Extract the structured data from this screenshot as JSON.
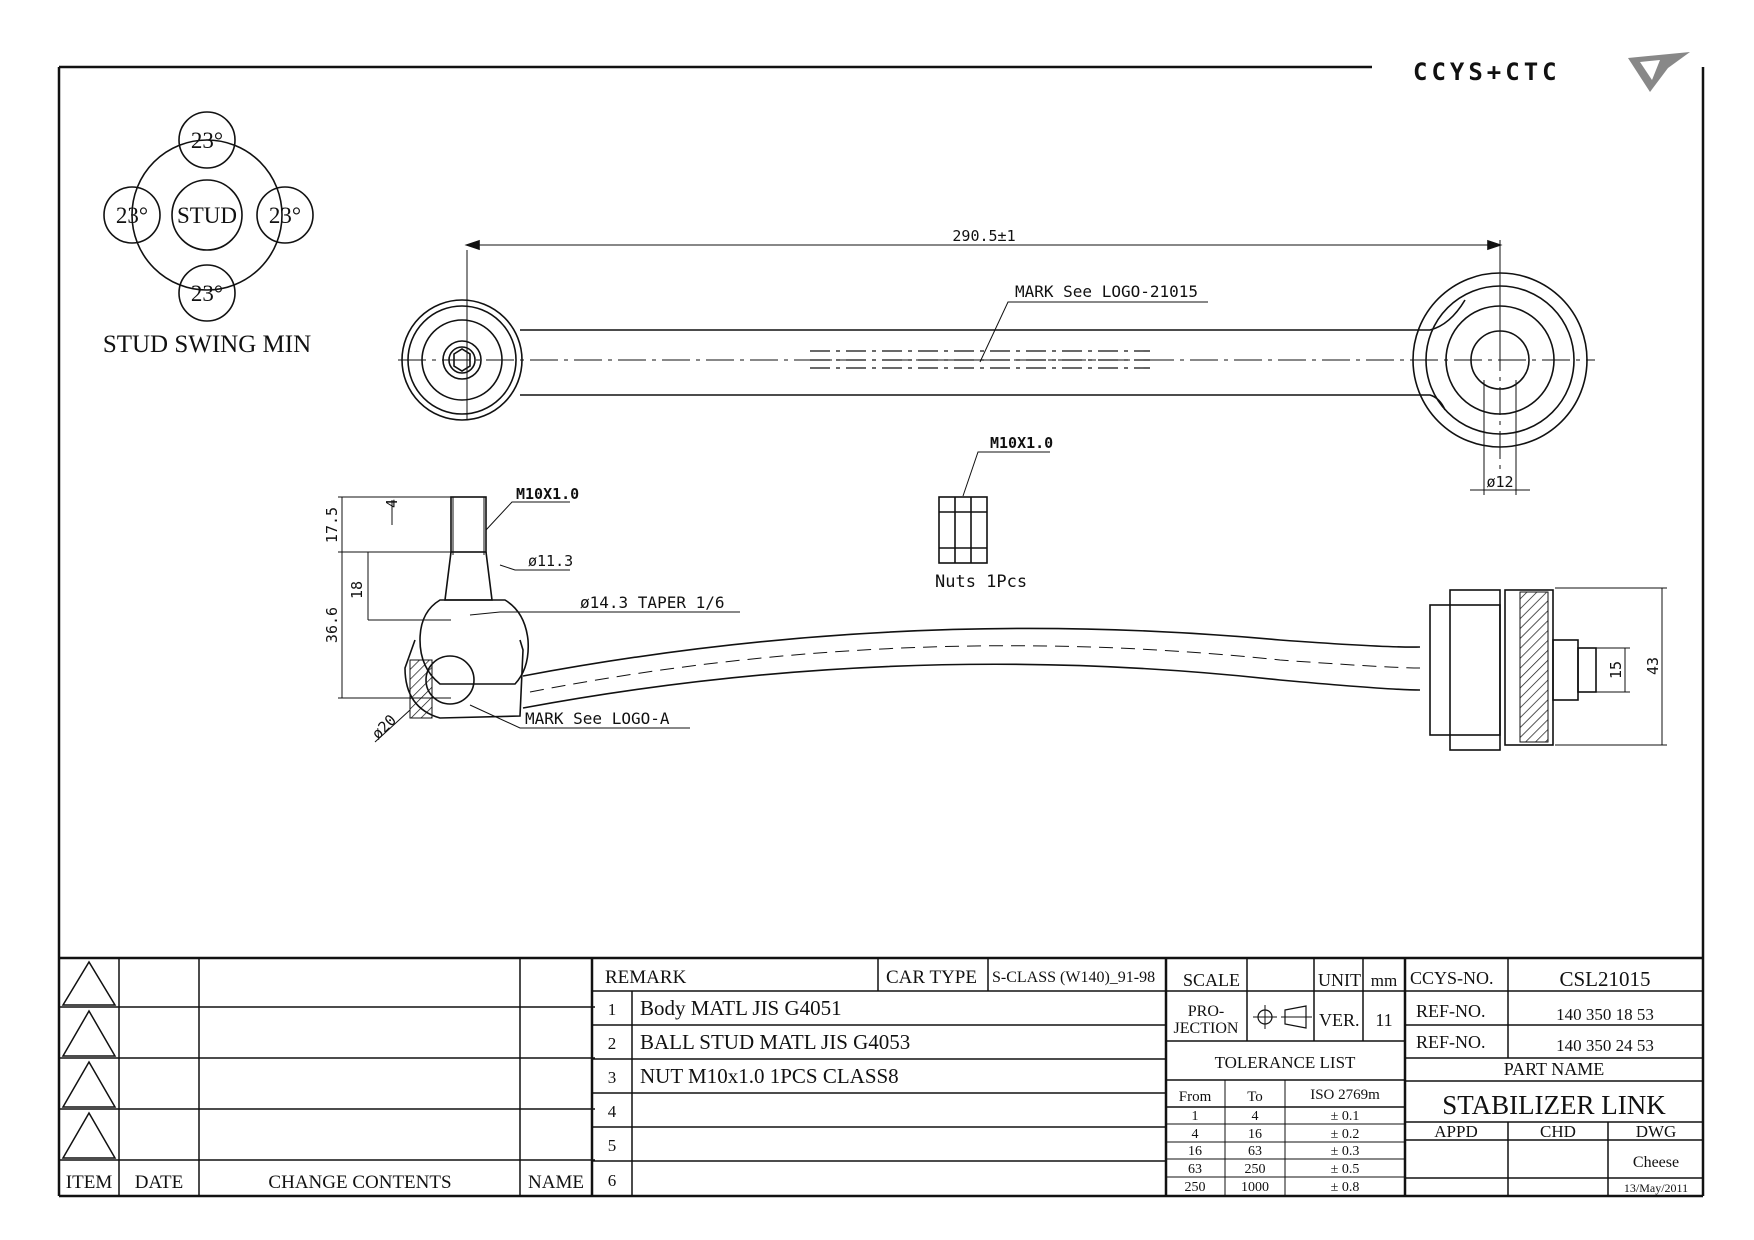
{
  "logo": {
    "text": "CCYS+CTC"
  },
  "stud_swing": {
    "center_label": "STUD",
    "angles": [
      "23°",
      "23°",
      "23°",
      "23°"
    ],
    "caption": "STUD SWING MIN"
  },
  "top_view": {
    "length_dim": "290.5±1",
    "mark_note": "MARK See LOGO-21015",
    "bore_dim": "ø12"
  },
  "nut": {
    "thread": "M10X1.0",
    "caption": "Nuts 1Pcs"
  },
  "side_view": {
    "thread_label": "M10X1.0",
    "dia_stud": "ø11.3",
    "taper_note": "ø14.3 TAPER 1/6",
    "mark_note": "MARK See LOGO-A",
    "dia_ball": "ø20",
    "dims": {
      "d4": "4",
      "d17_5": "17.5",
      "d18": "18",
      "d36_6": "36.6",
      "d15": "15",
      "d43": "43"
    }
  },
  "revision_table": {
    "headers": {
      "item": "ITEM",
      "date": "DATE",
      "contents": "CHANGE CONTENTS",
      "name": "NAME"
    }
  },
  "remarks": {
    "header": "REMARK",
    "car_type_label": "CAR TYPE",
    "car_type_value": "S-CLASS (W140)_91-98",
    "rows": [
      {
        "no": "1",
        "text": "Body MATL JIS G4051"
      },
      {
        "no": "2",
        "text": "BALL STUD MATL JIS G4053"
      },
      {
        "no": "3",
        "text": "NUT M10x1.0 1PCS CLASS8"
      },
      {
        "no": "4",
        "text": ""
      },
      {
        "no": "5",
        "text": ""
      },
      {
        "no": "6",
        "text": ""
      }
    ]
  },
  "drawing_info": {
    "scale_label": "SCALE",
    "scale_value": "",
    "unit_label": "UNIT",
    "unit_value": "mm",
    "projection_label_1": "PRO-",
    "projection_label_2": "JECTION",
    "ver_label": "VER.",
    "ver_value": "11"
  },
  "tolerance": {
    "title": "TOLERANCE LIST",
    "headers": {
      "from": "From",
      "to": "To",
      "iso": "ISO 2769m"
    },
    "rows": [
      {
        "from": "1",
        "to": "4",
        "tol": "± 0.1"
      },
      {
        "from": "4",
        "to": "16",
        "tol": "± 0.2"
      },
      {
        "from": "16",
        "to": "63",
        "tol": "± 0.3"
      },
      {
        "from": "63",
        "to": "250",
        "tol": "± 0.5"
      },
      {
        "from": "250",
        "to": "1000",
        "tol": "± 0.8"
      }
    ]
  },
  "part": {
    "ccys_no_label": "CCYS-NO.",
    "ccys_no": "CSL21015",
    "ref_label_1": "REF-NO.",
    "ref_no_1": "140 350 18 53",
    "ref_label_2": "REF-NO.",
    "ref_no_2": "140 350 24 53",
    "part_name_label": "PART NAME",
    "part_name": "STABILIZER LINK",
    "appd_label": "APPD",
    "chd_label": "CHD",
    "dwg_label": "DWG",
    "dwg_by": "Cheese",
    "date": "13/May/2011"
  }
}
